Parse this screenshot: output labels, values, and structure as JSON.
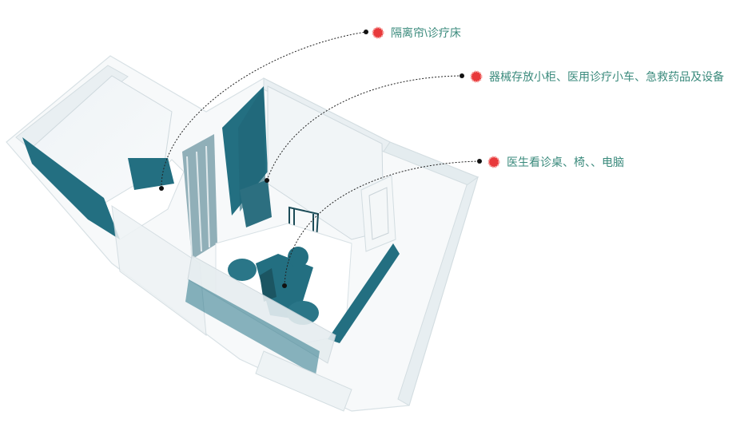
{
  "annotations": [
    {
      "id": "curtain",
      "text": "隔离帘\\诊疗床"
    },
    {
      "id": "cabinet",
      "text": "器械存放小柜、医用诊疗小车、急救药品及设备"
    },
    {
      "id": "desk",
      "text": "医生看诊桌、椅、、电脑"
    }
  ],
  "colors": {
    "wall_accent": "#236f81",
    "glass": "#dde7ec",
    "label_text": "#3a8a7c",
    "marker": "#e8393b",
    "leader": "#222222"
  },
  "icons": {
    "marker": "red-dashed-circle-icon"
  }
}
